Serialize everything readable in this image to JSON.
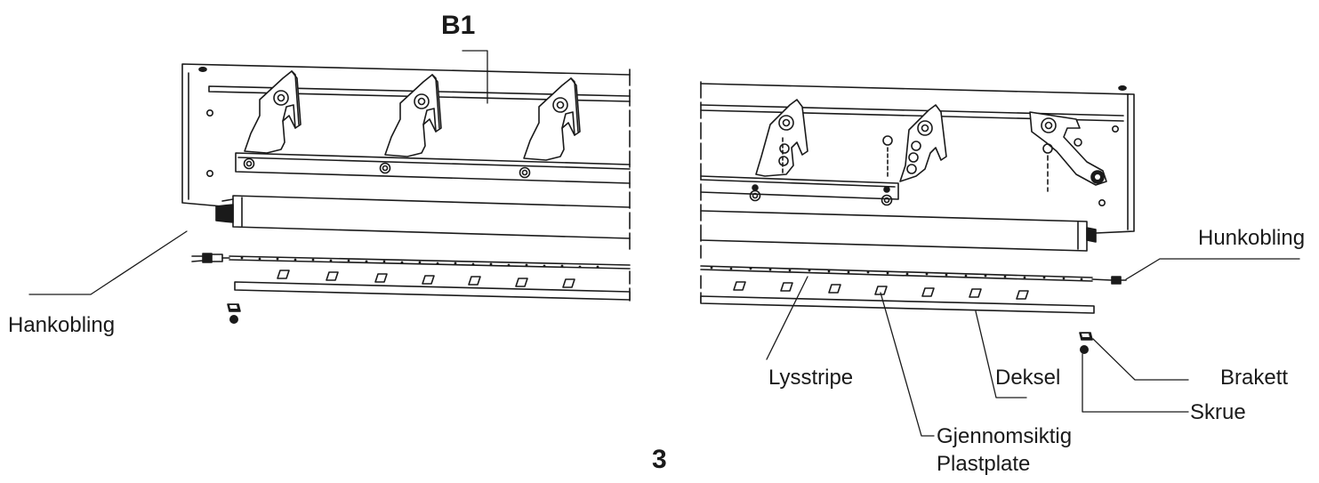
{
  "labels": {
    "detail_ref": "B1",
    "male_connector": "Hankobling",
    "female_connector": "Hunkobling",
    "light_strip": "Lysstripe",
    "cover": "Deksel",
    "bracket": "Brakett",
    "screw": "Skrue",
    "transparent_plate_line1": "Gjennomsiktig",
    "transparent_plate_line2": "Plastplate",
    "step_number": "3"
  },
  "colors": {
    "line": "#1a1a1a",
    "fill": "#ffffff",
    "shade": "#cfcfcf"
  }
}
